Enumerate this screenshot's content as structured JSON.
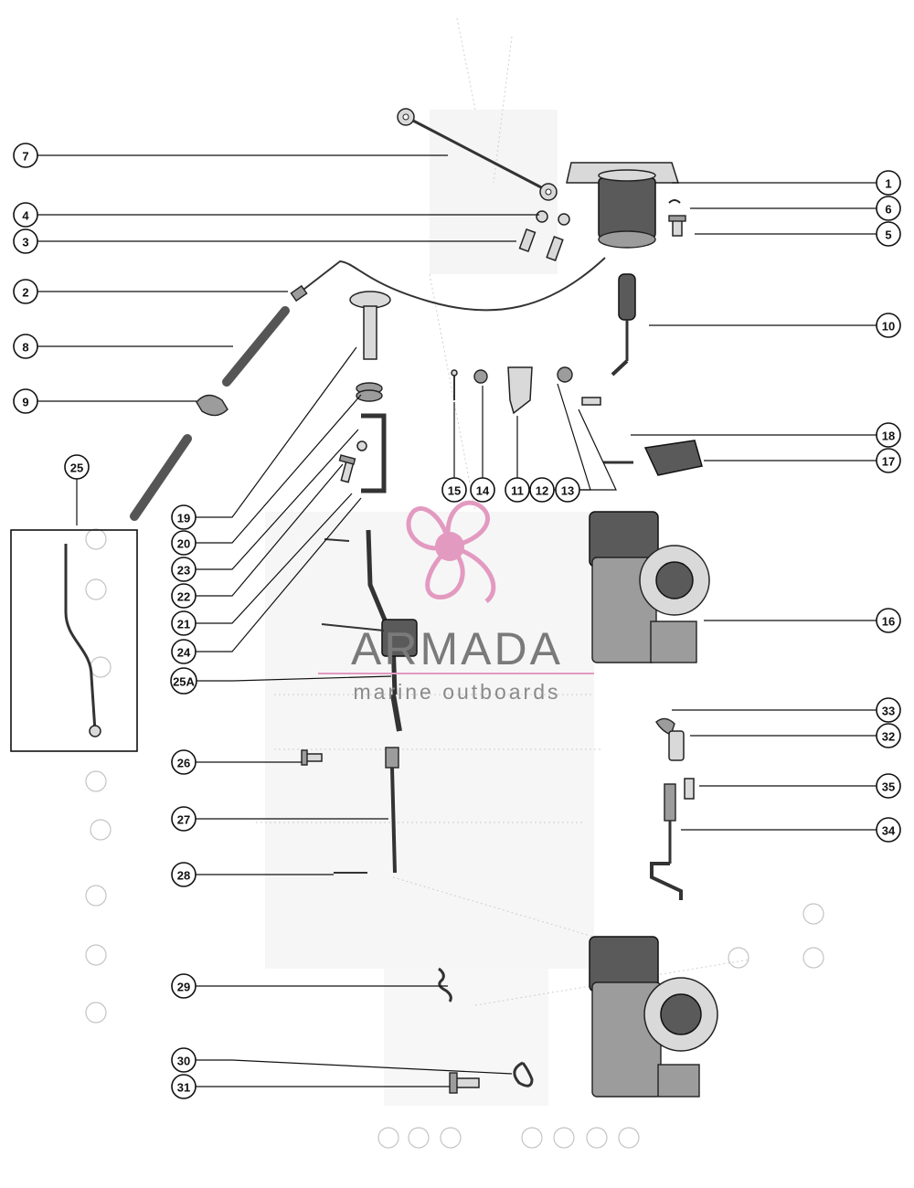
{
  "callouts": [
    {
      "label": "1"
    },
    {
      "label": "6"
    },
    {
      "label": "5"
    },
    {
      "label": "7"
    },
    {
      "label": "4"
    },
    {
      "label": "3"
    },
    {
      "label": "2"
    },
    {
      "label": "8"
    },
    {
      "label": "9"
    },
    {
      "label": "10"
    },
    {
      "label": "15"
    },
    {
      "label": "14"
    },
    {
      "label": "11"
    },
    {
      "label": "12"
    },
    {
      "label": "13"
    },
    {
      "label": "18"
    },
    {
      "label": "17"
    },
    {
      "label": "25"
    },
    {
      "label": "19"
    },
    {
      "label": "20"
    },
    {
      "label": "23"
    },
    {
      "label": "22"
    },
    {
      "label": "21"
    },
    {
      "label": "24"
    },
    {
      "label": "25A"
    },
    {
      "label": "16"
    },
    {
      "label": "33"
    },
    {
      "label": "32"
    },
    {
      "label": "35"
    },
    {
      "label": "34"
    },
    {
      "label": "26"
    },
    {
      "label": "27"
    },
    {
      "label": "28"
    },
    {
      "label": "29"
    },
    {
      "label": "30"
    },
    {
      "label": "31"
    }
  ],
  "watermark": {
    "brand": "ARMADA",
    "tagline": "marine outboards",
    "logo_icon": "propeller-icon",
    "logo_color": "#e39ac0"
  }
}
